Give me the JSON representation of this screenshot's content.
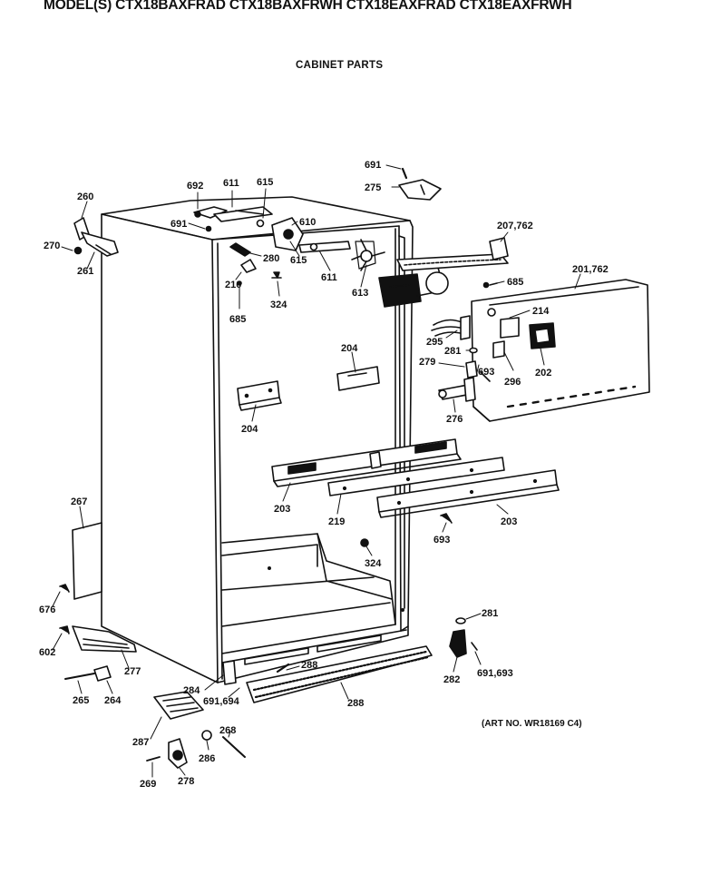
{
  "header": {
    "models": "MODEL(S) CTX18BAXFRAD  CTX18BAXFRWH  CTX18EAXFRAD  CTX18EAXFRWH"
  },
  "subtitle": "CABINET PARTS",
  "art_number": "(ART NO. WR18169 C4)",
  "parts": [
    {
      "id": "p260",
      "label": "260"
    },
    {
      "id": "p270",
      "label": "270"
    },
    {
      "id": "p261",
      "label": "261"
    },
    {
      "id": "p692",
      "label": "692"
    },
    {
      "id": "p611a",
      "label": "611"
    },
    {
      "id": "p615a",
      "label": "615"
    },
    {
      "id": "p691a",
      "label": "691"
    },
    {
      "id": "p610",
      "label": "610"
    },
    {
      "id": "p615b",
      "label": "615"
    },
    {
      "id": "p280",
      "label": "280"
    },
    {
      "id": "p210",
      "label": "210"
    },
    {
      "id": "p685a",
      "label": "685"
    },
    {
      "id": "p324a",
      "label": "324"
    },
    {
      "id": "p611b",
      "label": "611"
    },
    {
      "id": "p613",
      "label": "613"
    },
    {
      "id": "p691b",
      "label": "691"
    },
    {
      "id": "p275",
      "label": "275"
    },
    {
      "id": "p207",
      "label": "207,762"
    },
    {
      "id": "p685b",
      "label": "685"
    },
    {
      "id": "p201",
      "label": "201,762"
    },
    {
      "id": "p214",
      "label": "214"
    },
    {
      "id": "p295",
      "label": "295"
    },
    {
      "id": "p281a",
      "label": "281"
    },
    {
      "id": "p279",
      "label": "279"
    },
    {
      "id": "p693a",
      "label": "693"
    },
    {
      "id": "p296",
      "label": "296"
    },
    {
      "id": "p202",
      "label": "202"
    },
    {
      "id": "p276",
      "label": "276"
    },
    {
      "id": "p204a",
      "label": "204"
    },
    {
      "id": "p204b",
      "label": "204"
    },
    {
      "id": "p203a",
      "label": "203"
    },
    {
      "id": "p219",
      "label": "219"
    },
    {
      "id": "p203b",
      "label": "203"
    },
    {
      "id": "p693b",
      "label": "693"
    },
    {
      "id": "p324b",
      "label": "324"
    },
    {
      "id": "p267",
      "label": "267"
    },
    {
      "id": "p676",
      "label": "676"
    },
    {
      "id": "p602",
      "label": "602"
    },
    {
      "id": "p277",
      "label": "277"
    },
    {
      "id": "p265",
      "label": "265"
    },
    {
      "id": "p264",
      "label": "264"
    },
    {
      "id": "p284",
      "label": "284"
    },
    {
      "id": "p691c",
      "label": "691,694"
    },
    {
      "id": "p288a",
      "label": "288"
    },
    {
      "id": "p288b",
      "label": "288"
    },
    {
      "id": "p281b",
      "label": "281"
    },
    {
      "id": "p282",
      "label": "282"
    },
    {
      "id": "p691d",
      "label": "691,693"
    },
    {
      "id": "p287",
      "label": "287"
    },
    {
      "id": "p268",
      "label": "268"
    },
    {
      "id": "p286",
      "label": "286"
    },
    {
      "id": "p269",
      "label": "269"
    },
    {
      "id": "p278",
      "label": "278"
    }
  ]
}
